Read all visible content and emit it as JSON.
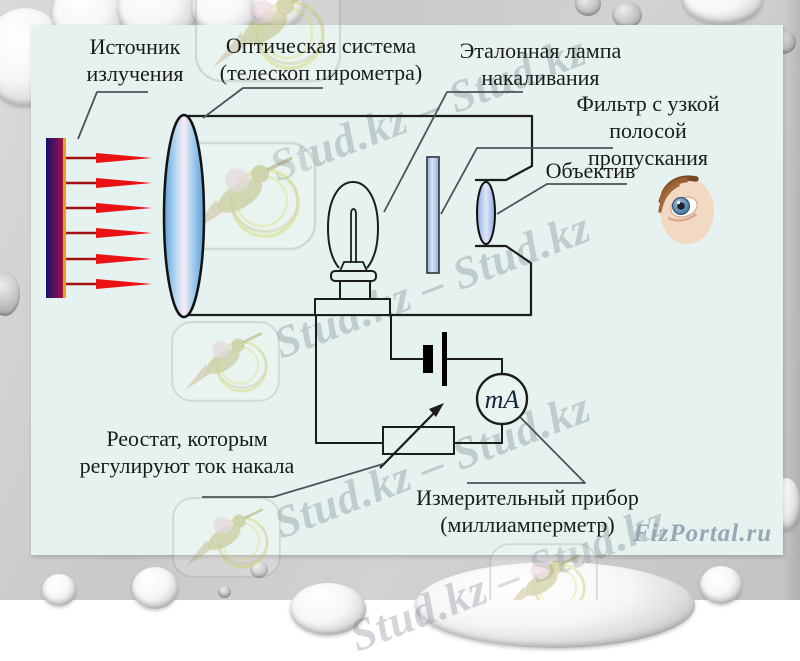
{
  "watermarks": {
    "stud_band": "Stud.kz – Stud.kz",
    "fizportal": "FizPortal.ru"
  },
  "diagram": {
    "labels": {
      "source": "Источник\nизлучения",
      "optics": "Оптическая система\n(телескоп пирометра)",
      "lamp": "Эталонная лампа\nнакаливания",
      "filter": "Фильтр с узкой\nполосой пропускания",
      "objective": "Объектив",
      "rheostat": "Реостат, которым\nрегулируют ток накала",
      "meter": "Измерительный прибор\n(миллиамперметр)",
      "ammeter_symbol": "mA"
    },
    "colors": {
      "panel": "#e5f2ef",
      "line": "#1c1c1c",
      "arrow_red": "#ea1212",
      "lens_blue": "#8fc2ea",
      "pointer_gray": "#4d525a"
    }
  }
}
